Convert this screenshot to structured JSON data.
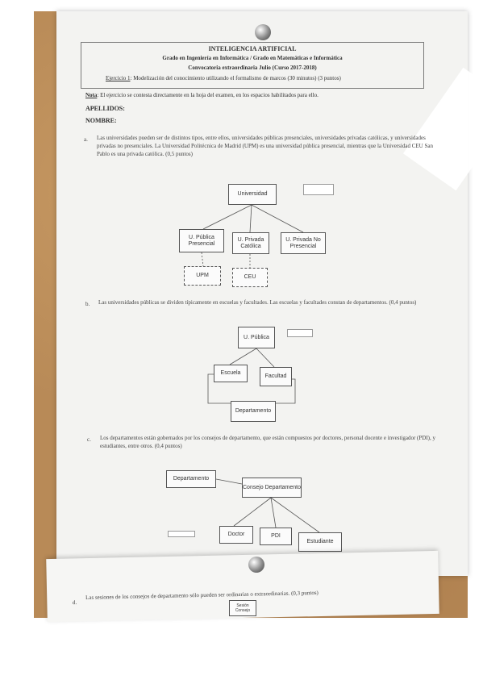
{
  "header": {
    "title": "INTELIGENCIA ARTIFICIAL",
    "degree": "Grado en Ingeniería en Informática / Grado en Matemáticas e Informática",
    "session": "Convocatoria extraordinaria Julio (Curso 2017-2018)",
    "exercise_label": "Ejercicio 1",
    "exercise_text": ": Modelización del conocimiento utilizando el formalismo de marcos (30 minutos) (3 puntos)"
  },
  "note": {
    "label": "Nota",
    "text": ": El ejercicio se contesta directamente en la hoja del examen, en los espacios habilitados para ello."
  },
  "fields": {
    "surname": "APELLIDOS:",
    "name": "NOMBRE:"
  },
  "questions": {
    "a": {
      "marker": "a.",
      "text": "Las universidades pueden ser de distintos tipos, entre ellos, universidades públicas presenciales, universidades privadas católicas, y universidades privadas no presenciales. La Universidad Politécnica de Madrid (UPM) es una universidad pública presencial, mientras que la Universidad CEU San Pablo es una privada católica. (0,5 puntos)"
    },
    "b": {
      "marker": "b.",
      "text": "Las universidades públicas se dividen típicamente en escuelas y facultades. Las escuelas y facultades constan de departamentos. (0,4 puntos)"
    },
    "c": {
      "marker": "c.",
      "text": "Los departamentos están gobernados por los consejos de departamento, que están compuestos por doctores, personal docente e investigador (PDI), y estudiantes, entre otros. (0,4 puntos)"
    },
    "d": {
      "marker": "d.",
      "text": "Las sesiones de los consejos de departamento sólo pueden ser ordinarias o extraordinarias. (0,3 puntos)"
    }
  },
  "diagram_a": {
    "root": "Universidad",
    "children": [
      "U. Pública Presencial",
      "U. Privada Católica",
      "U. Privada No Presencial"
    ],
    "instances": [
      "UPM",
      "CEU"
    ]
  },
  "diagram_b": {
    "root": "U. Pública",
    "children": [
      "Escuela",
      "Facultad"
    ],
    "leaf": "Departamento"
  },
  "diagram_c": {
    "source": "Departamento",
    "target": "Consejo Departamento",
    "members": [
      "Doctor",
      "PDI",
      "Estudiante"
    ]
  },
  "diagram_d": {
    "node": "Sesión Consejo"
  }
}
